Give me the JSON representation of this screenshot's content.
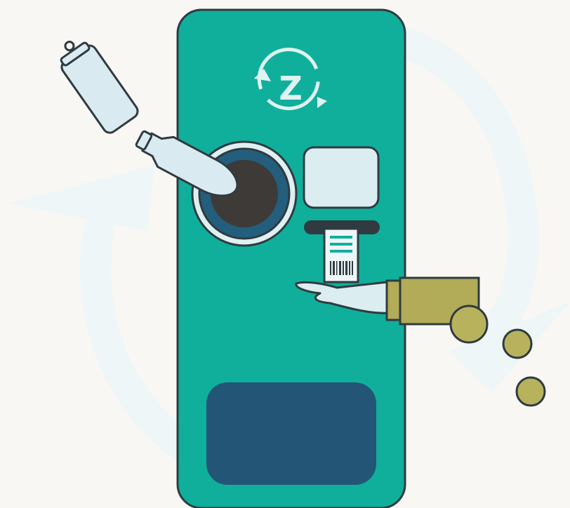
{
  "machine": {
    "logo_letter": "Z",
    "colors": {
      "body": "#10af9c",
      "outline": "#2f3b40",
      "slot_ring_outer": "#dff0f2",
      "slot_ring_inner": "#245e7d",
      "slot_hole": "#3d3a38",
      "screen": "#dcedf2",
      "lower_panel": "#235676",
      "logo": "#dff3ef"
    }
  },
  "items": {
    "can": "beverage-can",
    "bottle": "plastic-bottle",
    "receipt": "receipt-with-barcode",
    "hand": "hand-receiving-receipt",
    "coins": "coins",
    "cycle_arrows": "recycle-arrows"
  },
  "palette": {
    "background": "#f8f7f4",
    "arrow_tint": "#eef6f8",
    "container_fill": "#d9ebf1",
    "sleeve": "#b2ab57",
    "coin": "#b8b25d",
    "receipt_paper": "#eef6f8",
    "receipt_lines": "#10af9c"
  }
}
